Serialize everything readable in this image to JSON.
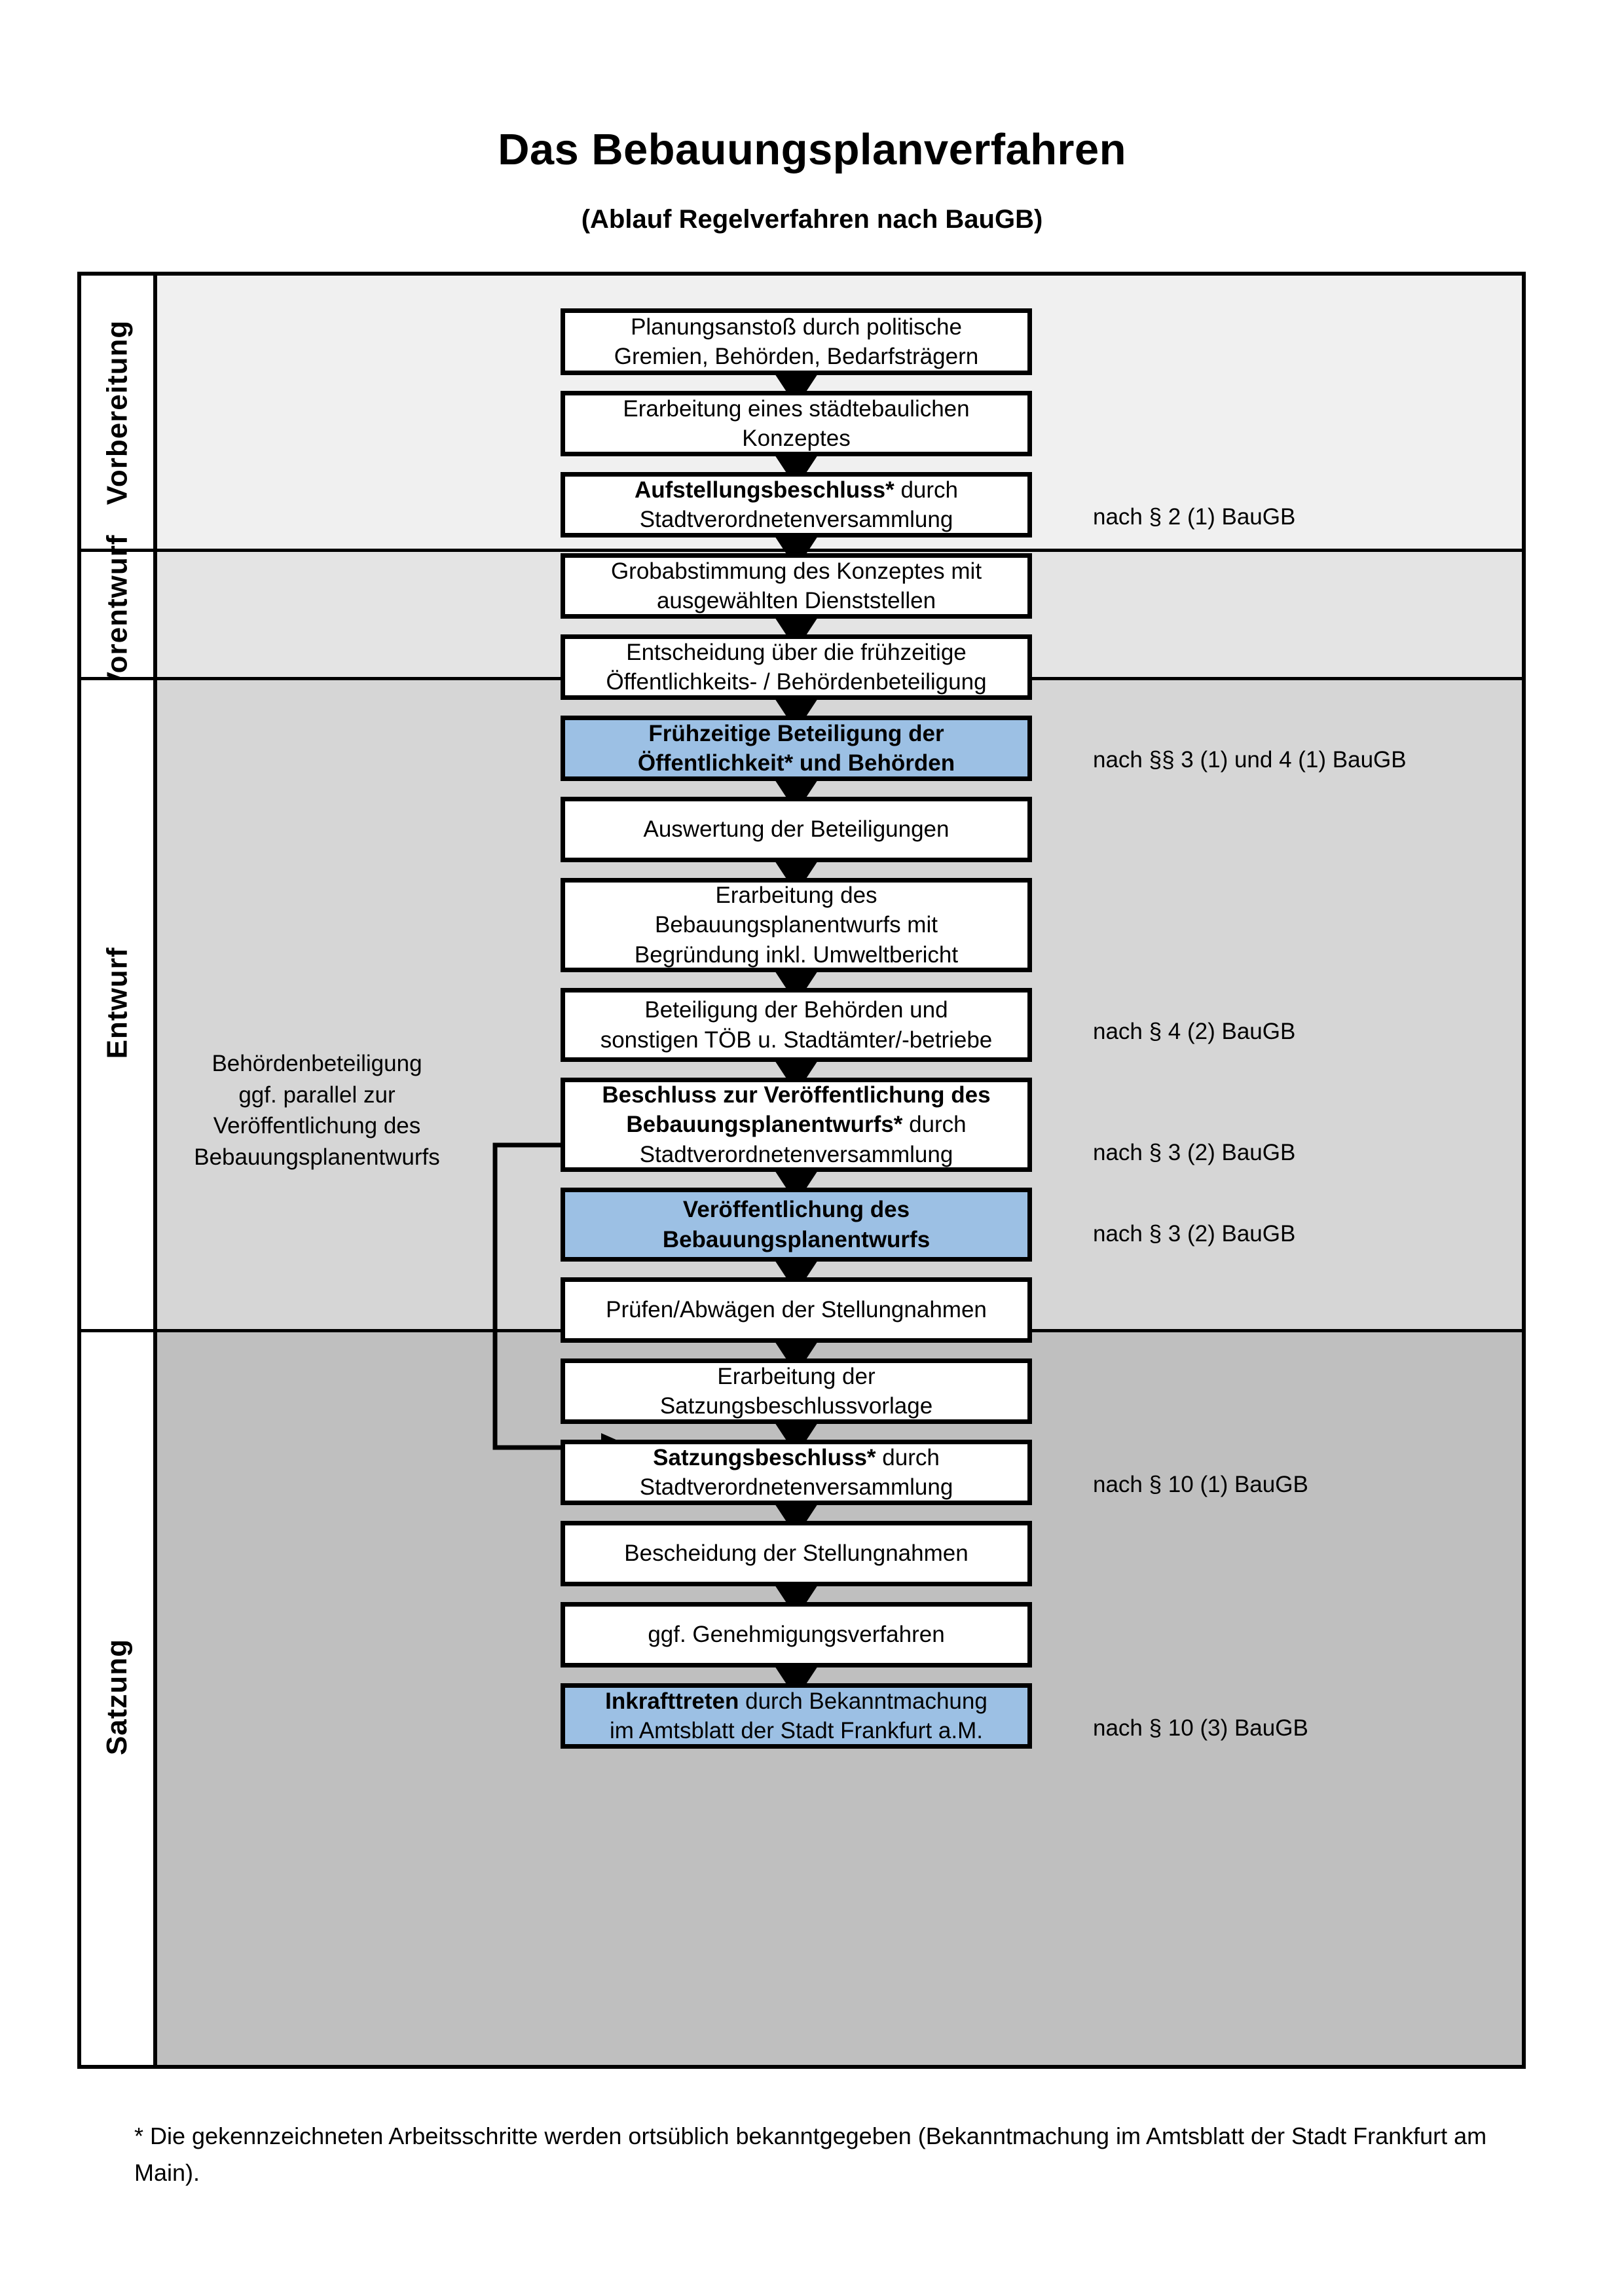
{
  "header": {
    "title": "Das Bebauungsplanverfahren",
    "subtitle": "(Ablauf Regelverfahren nach BauGB)"
  },
  "phases": [
    {
      "key": "vorbereitung",
      "label": "Vorbereitung",
      "bg_color": "#f0f0f0"
    },
    {
      "key": "vorentwurf",
      "label": "Vorentwurf",
      "bg_color": "#e4e4e4"
    },
    {
      "key": "entwurf",
      "label": "Entwurf",
      "bg_color": "#d6d6d6"
    },
    {
      "key": "satzung",
      "label": "Satzung",
      "bg_color": "#bfbfbf"
    }
  ],
  "steps": [
    {
      "id": "planungsanstoss",
      "phase": "vorbereitung",
      "highlight": false,
      "lines": [
        {
          "text": "Planungsanstoß durch politische",
          "bold": false
        },
        {
          "text": "Gremien, Behörden, Bedarfsträgern",
          "bold": false
        }
      ]
    },
    {
      "id": "staedtebauliches-konzept",
      "phase": "vorbereitung",
      "highlight": false,
      "lines": [
        {
          "text": "Erarbeitung eines städtebaulichen",
          "bold": false
        },
        {
          "text": "Konzeptes",
          "bold": false
        }
      ]
    },
    {
      "id": "aufstellungsbeschluss",
      "phase": "vorbereitung",
      "highlight": false,
      "lines": [
        {
          "text": "Aufstellungsbeschluss*",
          "bold": true,
          "suffix": " durch"
        },
        {
          "text": "Stadtverordnetenversammlung",
          "bold": false
        }
      ]
    },
    {
      "id": "grobabstimmung",
      "phase": "vorentwurf",
      "highlight": false,
      "lines": [
        {
          "text": "Grobabstimmung des Konzeptes mit",
          "bold": false
        },
        {
          "text": "ausgewählten Dienststellen",
          "bold": false
        }
      ]
    },
    {
      "id": "entscheidung-fruehzeitige",
      "phase": "vorentwurf",
      "highlight": false,
      "lines": [
        {
          "text": "Entscheidung über die frühzeitige",
          "bold": false
        },
        {
          "text": "Öffentlichkeits- / Behördenbeteiligung",
          "bold": false
        }
      ]
    },
    {
      "id": "fruehzeitige-beteiligung",
      "phase": "vorentwurf",
      "highlight": true,
      "lines": [
        {
          "text": "Frühzeitige Beteiligung der",
          "bold": true
        },
        {
          "text": "Öffentlichkeit* und Behörden",
          "bold": true
        }
      ]
    },
    {
      "id": "auswertung-beteiligungen",
      "phase": "entwurf",
      "highlight": false,
      "lines": [
        {
          "text": "Auswertung der Beteiligungen",
          "bold": false
        }
      ]
    },
    {
      "id": "erarbeitung-bebauungsplanentwurf",
      "phase": "entwurf",
      "highlight": false,
      "lines": [
        {
          "text": "Erarbeitung des",
          "bold": false
        },
        {
          "text": "Bebauungsplanentwurfs mit",
          "bold": false
        },
        {
          "text": "Begründung inkl. Umweltbericht",
          "bold": false
        }
      ]
    },
    {
      "id": "beteiligung-behoerden-toeb",
      "phase": "entwurf",
      "highlight": false,
      "lines": [
        {
          "text": "Beteiligung der Behörden und",
          "bold": false
        },
        {
          "text": "sonstigen TÖB u. Stadtämter/-betriebe",
          "bold": false
        }
      ]
    },
    {
      "id": "beschluss-veroeffentlichung",
      "phase": "entwurf",
      "highlight": false,
      "lines": [
        {
          "text": "Beschluss zur Veröffentlichung des",
          "bold": true
        },
        {
          "text": "Bebauungsplanentwurfs*",
          "bold": true,
          "suffix": " durch"
        },
        {
          "text": "Stadtverordnetenversammlung",
          "bold": false
        }
      ]
    },
    {
      "id": "veroeffentlichung-entwurf",
      "phase": "entwurf",
      "highlight": true,
      "lines": [
        {
          "text": "Veröffentlichung des",
          "bold": true
        },
        {
          "text": "Bebauungsplanentwurfs",
          "bold": true
        }
      ]
    },
    {
      "id": "pruefen-abwaegen",
      "phase": "satzung",
      "highlight": false,
      "lines": [
        {
          "text": "Prüfen/Abwägen der Stellungnahmen",
          "bold": false
        }
      ]
    },
    {
      "id": "satzungsbeschlussvorlage",
      "phase": "satzung",
      "highlight": false,
      "lines": [
        {
          "text": "Erarbeitung der",
          "bold": false
        },
        {
          "text": "Satzungsbeschlussvorlage",
          "bold": false
        }
      ]
    },
    {
      "id": "satzungsbeschluss",
      "phase": "satzung",
      "highlight": false,
      "lines": [
        {
          "text": "Satzungsbeschluss*",
          "bold": true,
          "suffix": " durch"
        },
        {
          "text": "Stadtverordnetenversammlung",
          "bold": false
        }
      ]
    },
    {
      "id": "bescheidung-stellungnahmen",
      "phase": "satzung",
      "highlight": false,
      "lines": [
        {
          "text": "Bescheidung der Stellungnahmen",
          "bold": false
        }
      ]
    },
    {
      "id": "genehmigungsverfahren",
      "phase": "satzung",
      "highlight": false,
      "lines": [
        {
          "text": "ggf. Genehmigungsverfahren",
          "bold": false
        }
      ]
    },
    {
      "id": "inkrafttreten",
      "phase": "satzung",
      "highlight": true,
      "lines": [
        {
          "text": "Inkrafttreten",
          "bold": true,
          "suffix": " durch Bekanntmachung"
        },
        {
          "text": "im Amtsblatt der Stadt Frankfurt a.M.",
          "bold": false
        }
      ]
    }
  ],
  "law_refs": [
    {
      "id": "ref-par2-1",
      "text": "nach § 2 (1) BauGB"
    },
    {
      "id": "ref-par3-1-4-1",
      "text": "nach §§ 3 (1) und 4 (1) BauGB"
    },
    {
      "id": "ref-par4-2",
      "text": "nach § 4 (2) BauGB"
    },
    {
      "id": "ref-par3-2-a",
      "text": "nach § 3 (2) BauGB"
    },
    {
      "id": "ref-par3-2-b",
      "text": "nach § 3 (2) BauGB"
    },
    {
      "id": "ref-par10-1",
      "text": "nach § 10 (1) BauGB"
    },
    {
      "id": "ref-par10-3",
      "text": "nach § 10 (3) BauGB"
    }
  ],
  "side_note": {
    "lines": [
      "Behördenbeteiligung",
      "ggf. parallel zur",
      "Veröffentlichung des",
      "Bebauungsplanentwurfs"
    ]
  },
  "footnote": {
    "text": "* Die gekennzeichneten Arbeitsschritte werden ortsüblich bekanntgegeben (Bekanntmachung im Amtsblatt  der Stadt Frankfurt am Main)."
  },
  "colors": {
    "highlight_box": "#9cc0e4",
    "frame_border": "#000000",
    "band_vorbereitung": "#f0f0f0",
    "band_vorentwurf": "#e4e4e4",
    "band_entwurf": "#d6d6d6",
    "band_satzung": "#bfbfbf"
  }
}
